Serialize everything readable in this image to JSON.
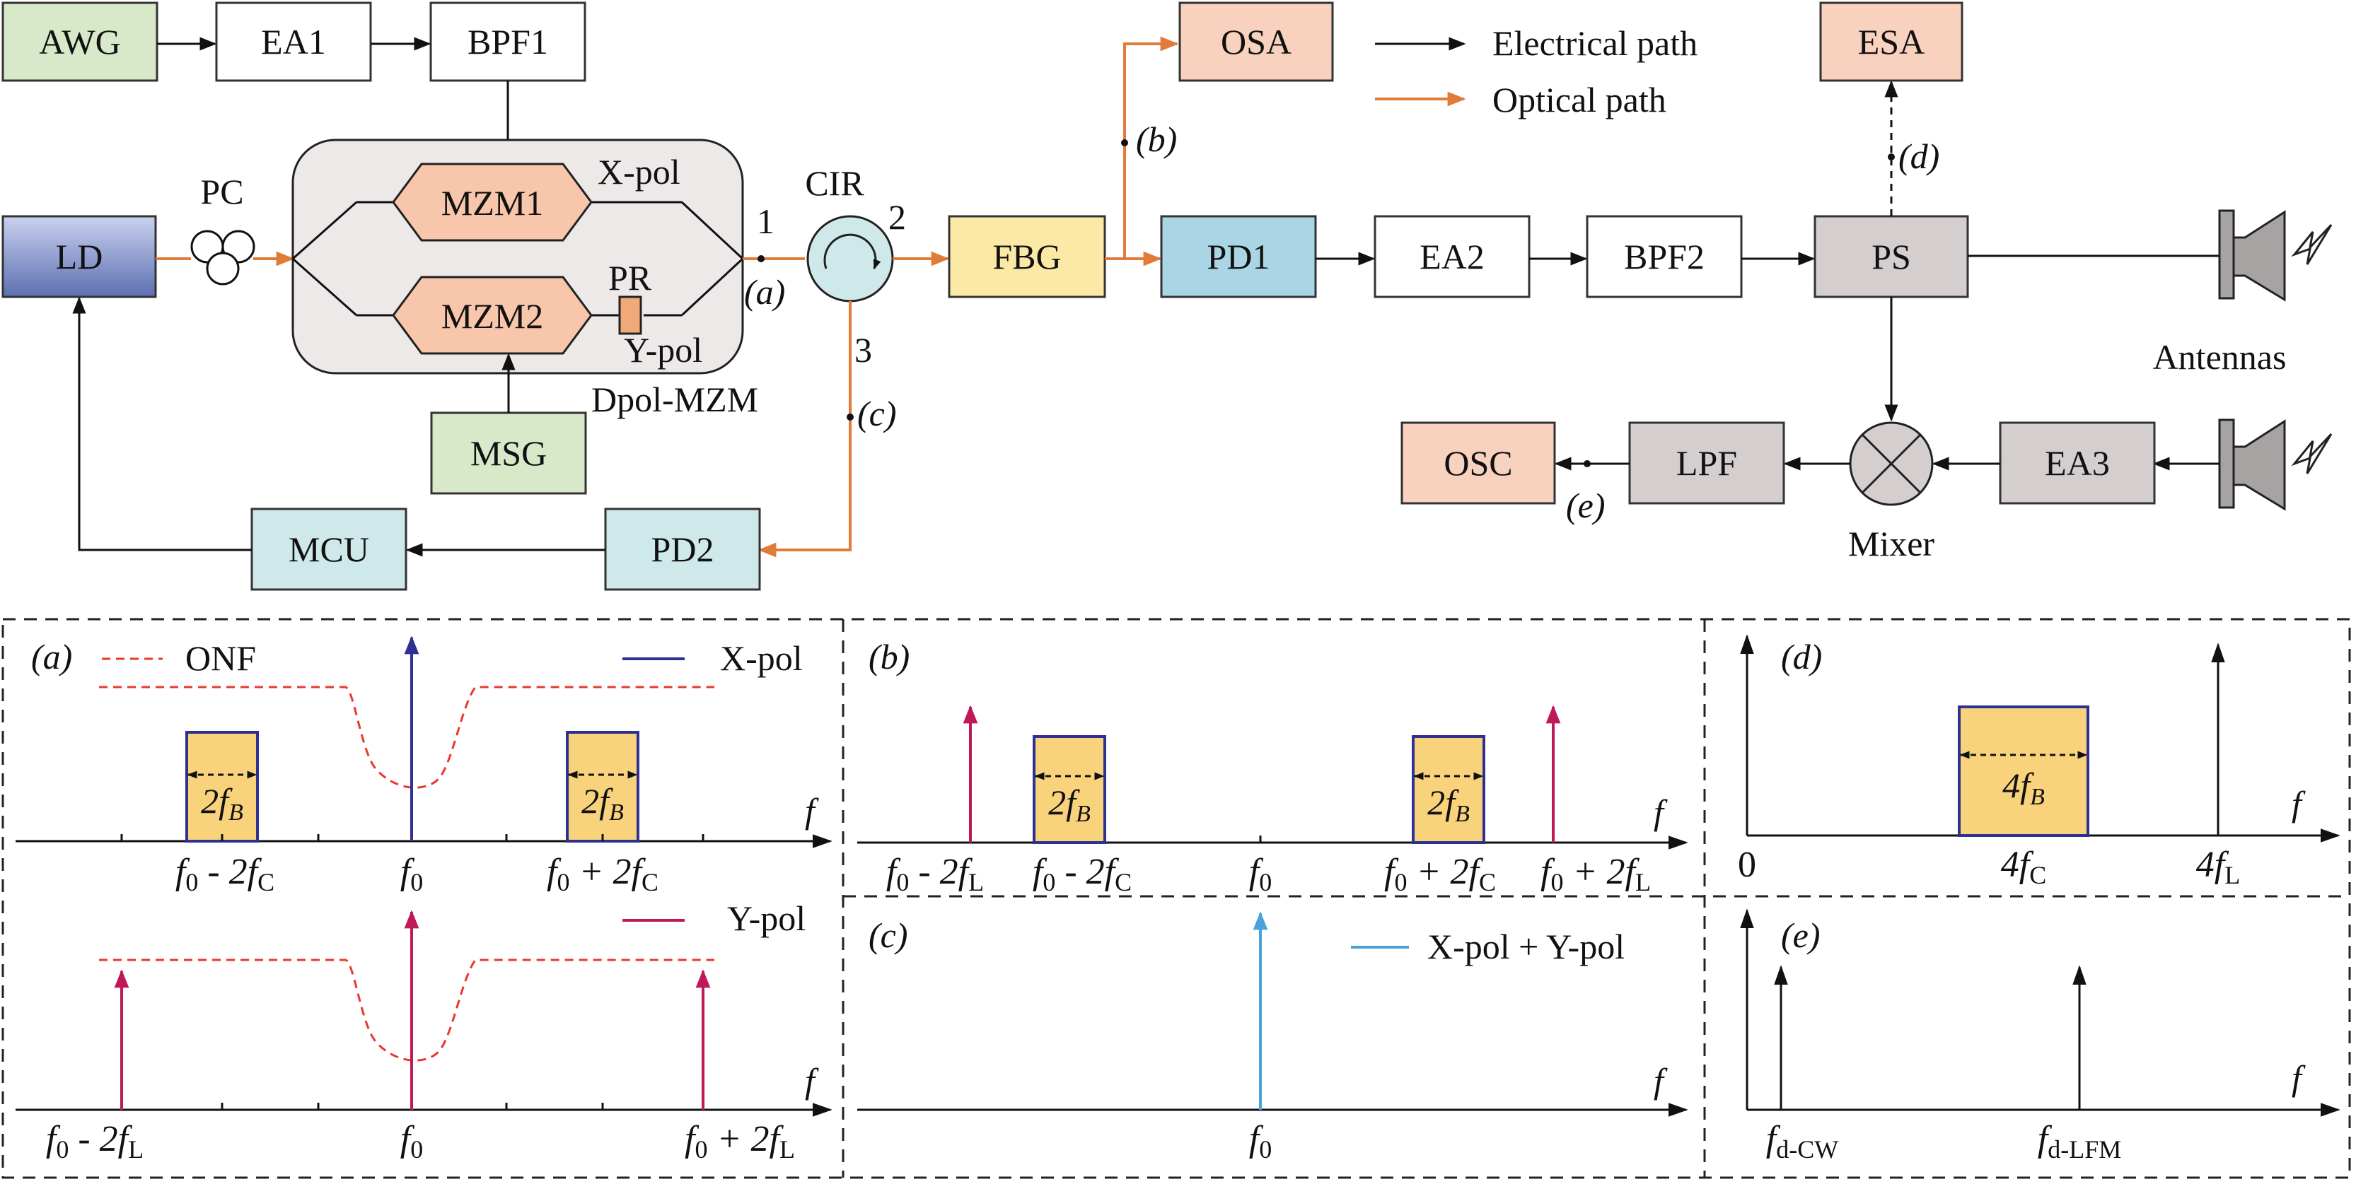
{
  "blocks": {
    "awg": "AWG",
    "ea1": "EA1",
    "bpf1": "BPF1",
    "osa": "OSA",
    "esa": "ESA",
    "ld": "LD",
    "mzm1": "MZM1",
    "mzm2": "MZM2",
    "fbg": "FBG",
    "pd1": "PD1",
    "ea2": "EA2",
    "bpf2": "BPF2",
    "ps": "PS",
    "msg": "MSG",
    "lpf": "LPF",
    "ea3": "EA3",
    "osc": "OSC",
    "mcu": "MCU",
    "pd2": "PD2"
  },
  "labels": {
    "pc": "PC",
    "cir": "CIR",
    "xpol": "X-pol",
    "ypol": "Y-pol",
    "pr": "PR",
    "dpol_mzm": "Dpol-MZM",
    "port1": "1",
    "port2": "2",
    "port3": "3",
    "antennas": "Antennas",
    "mixer": "Mixer",
    "pt_a": "(a)",
    "pt_b": "(b)",
    "pt_c": "(c)",
    "pt_d": "(d)",
    "pt_e": "(e)"
  },
  "legend": {
    "electrical": "Electrical path",
    "optical": "Optical path"
  },
  "colors": {
    "optical": "#e07b39",
    "electrical": "#111111",
    "green": "#d7e9c9",
    "salmon": "#f8d2bf",
    "blue_ld": "#7d8ec8",
    "teal": "#cfe8ea",
    "yellow_fbg": "#fde9a6",
    "pd1": "#a9d5e4",
    "gray": "#d4cece",
    "xpol": "#2e3192",
    "ypol": "#c0195a",
    "combined": "#4aa3d8",
    "onf": "#e8392c",
    "band_fill": "#f9d27c"
  },
  "spectra": {
    "a": {
      "tag": "(a)",
      "onf": "ONF",
      "xpol": "X-pol",
      "ypol": "Y-pol",
      "f": "f",
      "bw": "2f",
      "bw_sub": "B",
      "ticks_top": [
        [
          "f",
          "0",
          " - 2f",
          "C"
        ],
        [
          "f",
          "0",
          "",
          ""
        ],
        [
          "f",
          "0",
          " + 2f",
          "C"
        ]
      ],
      "ticks_bottom": [
        [
          "f",
          "0",
          " - 2f",
          "L"
        ],
        [
          "f",
          "0",
          "",
          ""
        ],
        [
          "f",
          "0",
          " + 2f",
          "L"
        ]
      ]
    },
    "b": {
      "tag": "(b)",
      "f": "f",
      "bw": "2f",
      "bw_sub": "B",
      "ticks": [
        [
          "f",
          "0",
          " - 2f",
          "L"
        ],
        [
          "f",
          "0",
          " - 2f",
          "C"
        ],
        [
          "f",
          "0",
          "",
          ""
        ],
        [
          "f",
          "0",
          " + 2f",
          "C"
        ],
        [
          "f",
          "0",
          " + 2f",
          "L"
        ]
      ]
    },
    "c": {
      "tag": "(c)",
      "legend": "X-pol + Y-pol",
      "f": "f",
      "ticks": [
        [
          "f",
          "0",
          "",
          ""
        ]
      ]
    },
    "d": {
      "tag": "(d)",
      "f": "f",
      "bw": "4f",
      "bw_sub": "B",
      "zero": "0",
      "ticks": [
        [
          "4f",
          "C"
        ],
        [
          "4f",
          "L"
        ]
      ]
    },
    "e": {
      "tag": "(e)",
      "f": "f",
      "ticks": [
        [
          "f",
          "d-CW"
        ],
        [
          "f",
          "d-LFM"
        ]
      ]
    }
  }
}
